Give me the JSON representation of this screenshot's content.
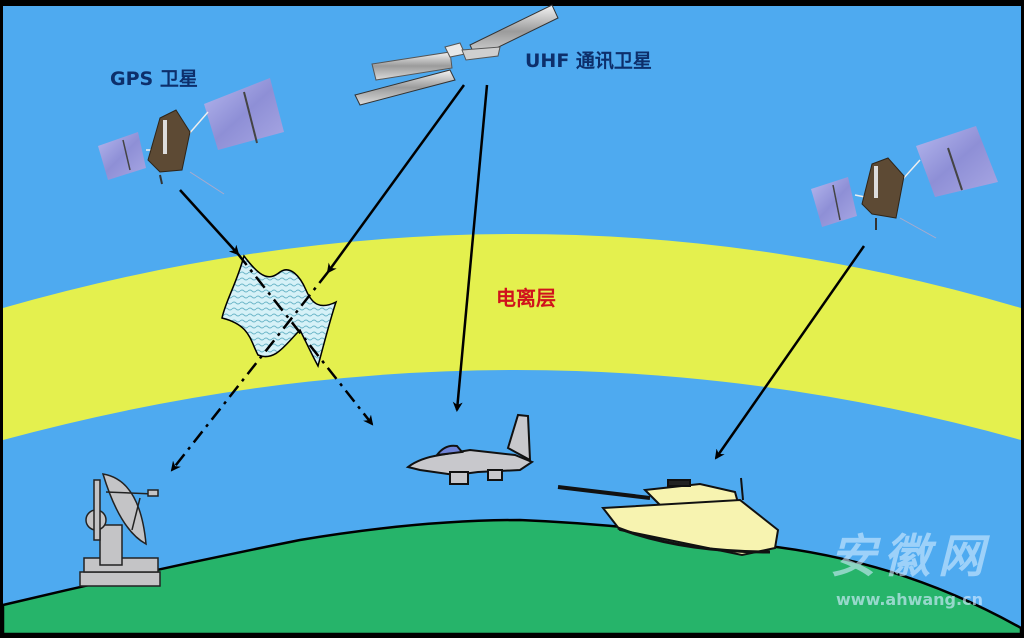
{
  "labels": {
    "gps_satellite": "GPS 卫星",
    "uhf_satellite": "UHF 通讯卫星",
    "ionosphere": "电离层"
  },
  "watermark": {
    "chinese": "安徽网",
    "url": "www.ahwang.cn"
  },
  "colors": {
    "sky": "#4eaaf0",
    "ionosphere_band": "#e4f04e",
    "ground": "#26b46a",
    "label_blue": "#0d2f6b",
    "label_red": "#d0121c",
    "scintillation_patch": "#c9ecf4",
    "tank_body": "#f7f3b0",
    "aircraft_body": "#c8c8cc",
    "antenna_body": "#c4c4c6"
  },
  "elements": {
    "satellites": [
      "gps-satellite-left",
      "uhf-communication-satellite",
      "gps-satellite-right"
    ],
    "receivers": [
      "ground-antenna-dish",
      "fighter-aircraft",
      "tank"
    ],
    "signal_paths": [
      {
        "from": "gps-satellite-left",
        "to": "ground-antenna-dish",
        "style": "solid-then-dashdot",
        "through_scintillation": true
      },
      {
        "from": "uhf-communication-satellite",
        "to": "ground-antenna-dish",
        "style": "solid-then-dashdot",
        "through_scintillation": true
      },
      {
        "from": "uhf-communication-satellite",
        "to": "fighter-aircraft",
        "style": "solid"
      },
      {
        "from": "gps-satellite-right",
        "to": "tank",
        "style": "solid"
      }
    ]
  }
}
